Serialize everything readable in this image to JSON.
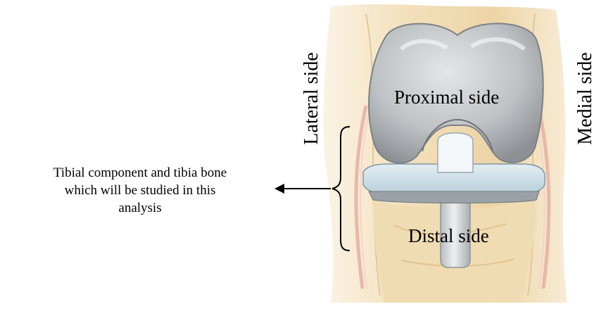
{
  "labels": {
    "proximal": "Proximal side",
    "distal": "Distal side",
    "lateral": "Lateral side",
    "medial": "Medial side"
  },
  "caption": {
    "lines": [
      "Tibial component and tibia bone",
      "which will be studied in this",
      "analysis"
    ]
  },
  "colors": {
    "implant_metal": "#b9bcbf",
    "tibial_tray": "#c9dbe4",
    "bone": "#f1ddb5",
    "tendon": "#e7b9ab",
    "text": "#000000"
  }
}
